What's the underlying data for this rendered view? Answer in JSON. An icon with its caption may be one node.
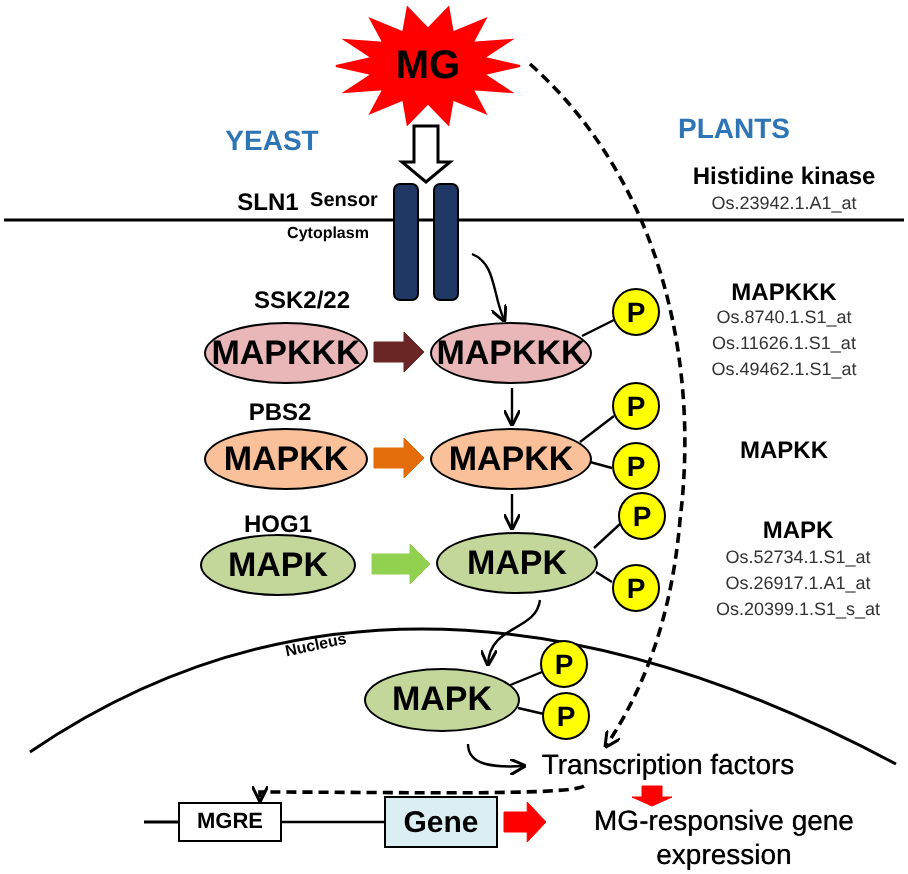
{
  "diagram": {
    "nodes": [
      {
        "text": [
          "MG"
        ]
      },
      {
        "text": [],
        "shape": "bar",
        "beside": [
          "SLN1",
          "Sensor"
        ]
      },
      {
        "text": [
          "MAPKKK"
        ],
        "beside": [
          "SSK2/22"
        ]
      },
      {
        "text": [
          "MAPKKK"
        ]
      },
      {
        "text": [
          "P"
        ]
      },
      {
        "text": [
          "MAPKK"
        ],
        "beside": [
          "PBS2"
        ]
      },
      {
        "text": [
          "MAPKK"
        ]
      },
      {
        "text": [
          "P"
        ]
      },
      {
        "text": [
          "P"
        ]
      },
      {
        "text": [
          "MAPK"
        ],
        "beside": [
          "HOG1"
        ]
      },
      {
        "text": [
          "MAPK"
        ]
      },
      {
        "text": [
          "P"
        ]
      },
      {
        "text": [
          "P"
        ]
      },
      {
        "text": [
          "MAPK"
        ]
      },
      {
        "text": [
          "P"
        ]
      },
      {
        "text": [
          "P"
        ]
      },
      {
        "text": [
          "Transcription factors"
        ]
      },
      {
        "text": [
          "MGRE"
        ]
      },
      {
        "text": [
          "Gene"
        ]
      },
      {
        "text": [
          "MG-responsive gene expression"
        ]
      }
    ],
    "edges": [
      {
        "from": 0,
        "to": 1,
        "arrow": "to",
        "style": "thick"
      },
      {
        "from": 1,
        "to": 3,
        "arrow": "to"
      },
      {
        "from": 2,
        "to": 3,
        "arrow": "to",
        "style": "thick",
        "color": "#6b2525"
      },
      {
        "from": 3,
        "to": 4,
        "arrow": "none"
      },
      {
        "from": 3,
        "to": 6,
        "arrow": "to"
      },
      {
        "from": 5,
        "to": 6,
        "arrow": "to",
        "style": "thick",
        "color": "#e46c0a"
      },
      {
        "from": 6,
        "to": 7,
        "arrow": "none"
      },
      {
        "from": 6,
        "to": 8,
        "arrow": "none"
      },
      {
        "from": 6,
        "to": 10,
        "arrow": "to"
      },
      {
        "from": 9,
        "to": 10,
        "arrow": "to",
        "style": "thick",
        "color": "#92d050"
      },
      {
        "from": 10,
        "to": 11,
        "arrow": "none"
      },
      {
        "from": 10,
        "to": 12,
        "arrow": "none"
      },
      {
        "from": 10,
        "to": 13,
        "arrow": "to"
      },
      {
        "from": 13,
        "to": 14,
        "arrow": "none"
      },
      {
        "from": 13,
        "to": 15,
        "arrow": "none"
      },
      {
        "from": 13,
        "to": 16,
        "arrow": "to"
      },
      {
        "from": 0,
        "to": 16,
        "arrow": "to",
        "style": "dashed"
      },
      {
        "from": 16,
        "to": 17,
        "arrow": "to",
        "style": "dashed"
      },
      {
        "from": 17,
        "to": 18,
        "arrow": "none"
      },
      {
        "from": 18,
        "to": 19,
        "arrow": "to",
        "style": "thick",
        "color": "#ff0000"
      },
      {
        "from": 16,
        "to": 19,
        "arrow": "to",
        "style": "thick",
        "color": "#ff0000"
      }
    ],
    "labels": [
      "YEAST",
      "PLANTS",
      "Histidine kinase",
      "Os.23942.1.A1_at",
      "Cytoplasm",
      "MAPKKK",
      "Os.8740.1.S1_at",
      "Os.11626.1.S1_at",
      "Os.49462.1.S1_at",
      "MAPKK",
      "MAPK",
      "Os.52734.1.S1_at",
      "Os.26917.1.A1_at",
      "Os.20399.1.S1_s_at",
      "Nucleus"
    ]
  }
}
